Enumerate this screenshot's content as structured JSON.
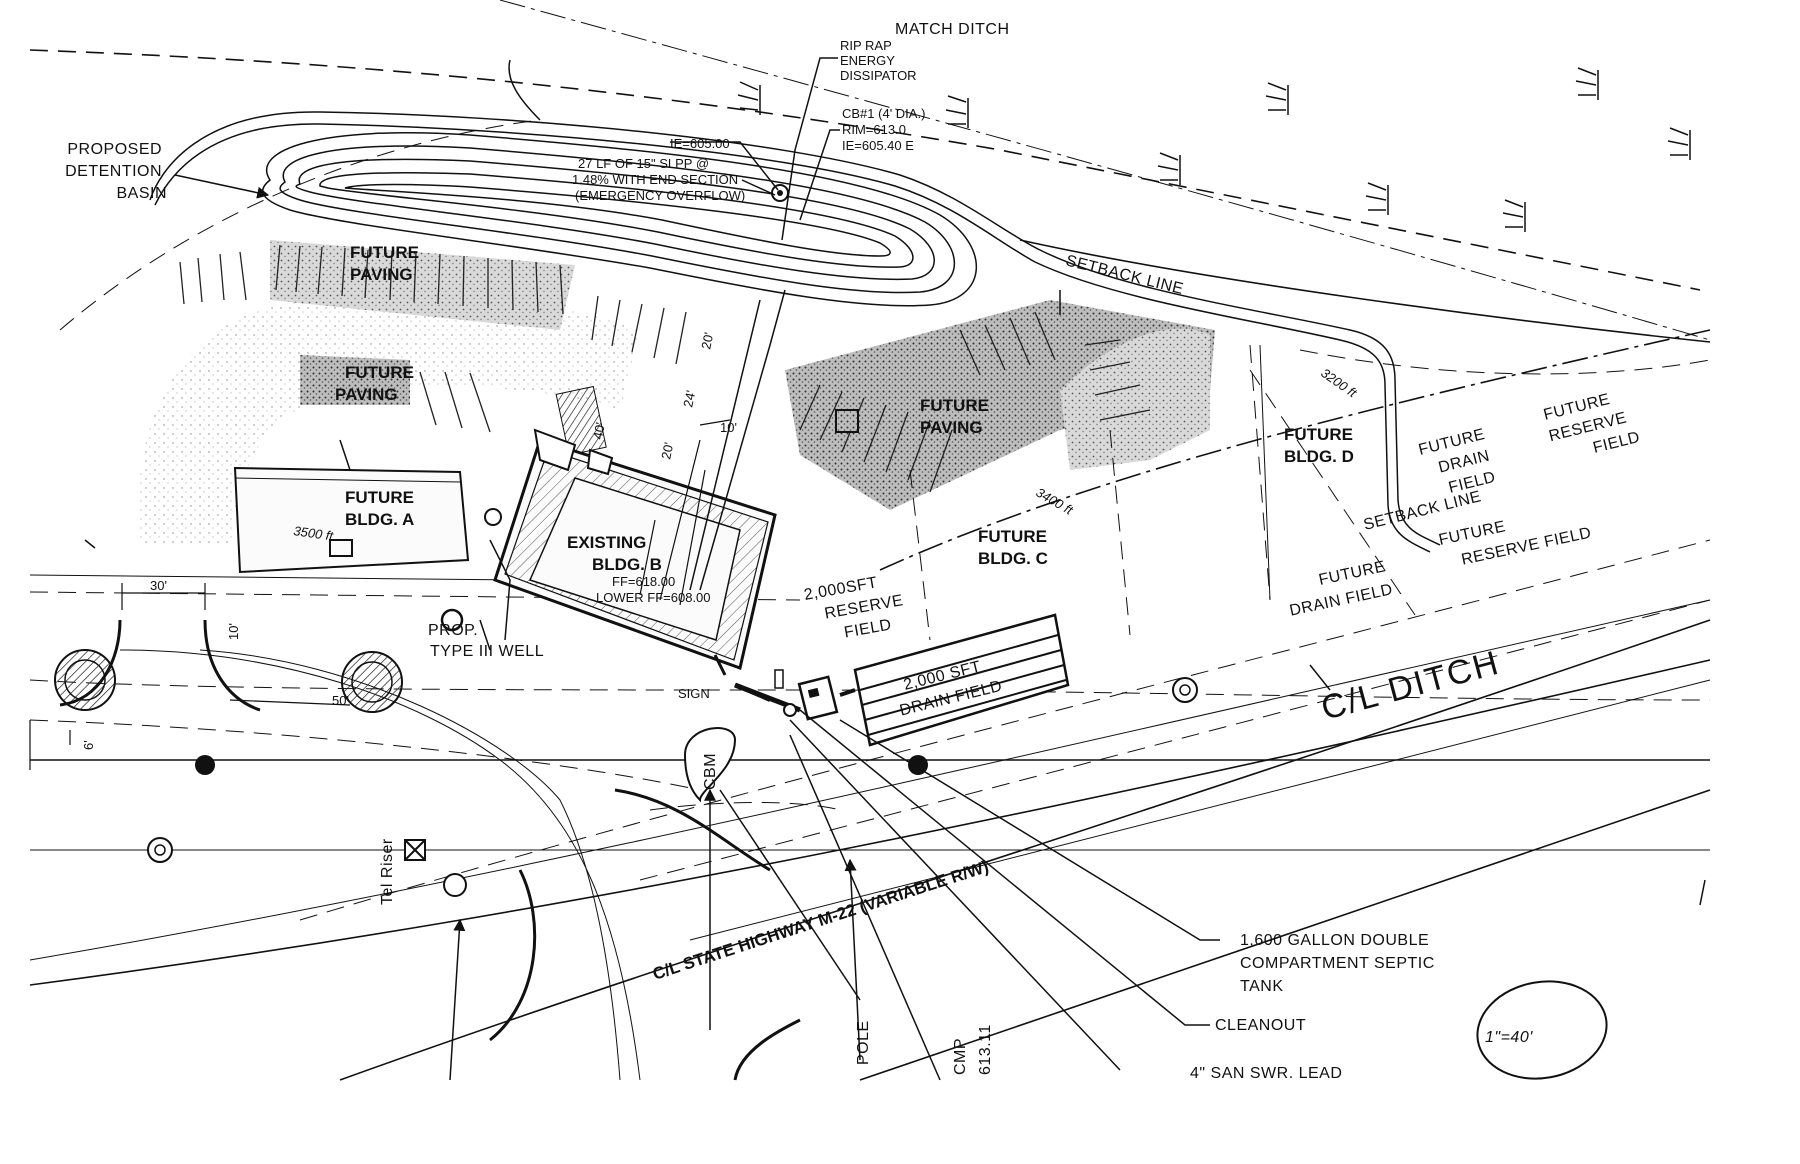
{
  "labels": {
    "match_ditch": "MATCH DITCH",
    "riprap": [
      "RIP RAP",
      "ENERGY",
      "DISSIPATOR"
    ],
    "cb1": [
      "CB#1 (4' DIA.)",
      "RIM=613.0",
      "IE=605.40 E"
    ],
    "ie_note": "IE=605.00",
    "pipe_note": [
      "27 LF OF 15\" SLPP @",
      "1.48% WITH END SECTION",
      "(EMERGENCY OVERFLOW)"
    ],
    "detention": [
      "PROPOSED",
      "DETENTION",
      "BASIN"
    ],
    "setback_top": "SETBACK LINE",
    "setback_mid": "SETBACK LINE",
    "future_paving_1": [
      "FUTURE",
      "PAVING"
    ],
    "future_paving_2": [
      "FUTURE",
      "PAVING"
    ],
    "future_paving_3": [
      "FUTURE",
      "PAVING"
    ],
    "bldg_a": [
      "FUTURE",
      "BLDG. A"
    ],
    "bldg_b": [
      "EXISTING",
      "BLDG. B"
    ],
    "bldg_b_ff": [
      "FF=618.00",
      "LOWER FF=608.00"
    ],
    "bldg_c": [
      "FUTURE",
      "BLDG. C"
    ],
    "bldg_d": [
      "FUTURE",
      "BLDG. D"
    ],
    "reserve_2000": [
      "2,000SFT",
      "RESERVE",
      "FIELD"
    ],
    "drain_2000": [
      "2,000 SFT",
      "DRAIN FIELD"
    ],
    "future_drain_1": [
      "FUTURE",
      "DRAIN",
      "FIELD"
    ],
    "future_reserve_1": [
      "FUTURE",
      "RESERVE",
      "FIELD"
    ],
    "future_drain_2": [
      "FUTURE",
      "DRAIN FIELD"
    ],
    "future_reserve_2": [
      "FUTURE",
      "RESERVE FIELD"
    ],
    "well": [
      "PROP.",
      "TYPE III WELL"
    ],
    "sign": "SIGN",
    "cl_ditch": "C/L DITCH",
    "highway": "C/L STATE HIGHWAY M-22 (VARIABLE R/W)",
    "septic": [
      "1,600 GALLON DOUBLE",
      "COMPARTMENT SEPTIC",
      "TANK"
    ],
    "cleanout": "CLEANOUT",
    "san_lead": "4\" SAN SWR. LEAD",
    "tel_riser": "Tel Riser",
    "cbm": "CBM",
    "pole": "POLE",
    "cmp": [
      "CMP",
      "613.11"
    ],
    "scale": "1\"=40'",
    "hand_a": "3500 ft",
    "hand_c": "3400 ft",
    "hand_d": "3200 ft",
    "dims": {
      "d30": "30'",
      "d10a": "10'",
      "d50": "50'",
      "d6": "6'",
      "d20a": "20'",
      "d24": "24'",
      "d20b": "20'",
      "d10b": "10'",
      "d40": "40'"
    }
  }
}
